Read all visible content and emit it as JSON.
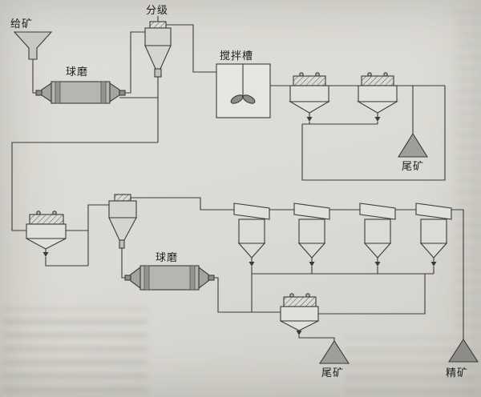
{
  "labels": {
    "feed": "给矿",
    "classifier": "分级",
    "ball_mill_1": "球磨",
    "agitation_tank": "搅拌槽",
    "tailings_top": "尾矿",
    "ball_mill_2": "球磨",
    "tailings_bottom": "尾矿",
    "concentrate": "精矿"
  },
  "colors": {
    "paper": "#dcdad4",
    "line": "#3b3b3b",
    "equipment_gray": "#b7b5af",
    "pile_gray": "#a09e98"
  }
}
